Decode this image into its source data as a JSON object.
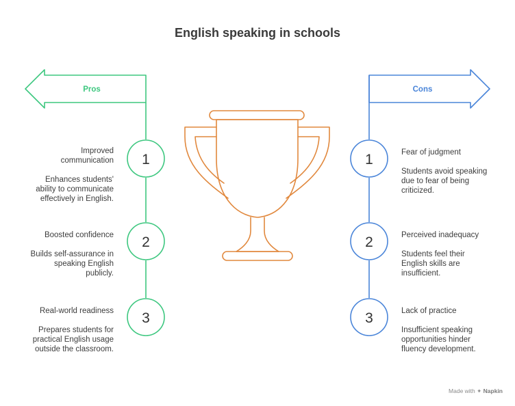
{
  "title": "English speaking in schools",
  "colors": {
    "pros": "#3dc77f",
    "cons": "#4a85d9",
    "trophy": "#e1883d",
    "text": "#3c3c3c"
  },
  "pros": {
    "label": "Pros",
    "items": [
      {
        "number": "1",
        "heading": "Improved communication",
        "description": "Enhances students' ability to communicate effectively in English."
      },
      {
        "number": "2",
        "heading": "Boosted confidence",
        "description": "Builds self-assurance in speaking English publicly."
      },
      {
        "number": "3",
        "heading": "Real-world readiness",
        "description": "Prepares students for practical English usage outside the classroom."
      }
    ]
  },
  "cons": {
    "label": "Cons",
    "items": [
      {
        "number": "1",
        "heading": "Fear of judgment",
        "description": "Students avoid speaking due to fear of being criticized."
      },
      {
        "number": "2",
        "heading": "Perceived inadequacy",
        "description": "Students feel their English skills are insufficient."
      },
      {
        "number": "3",
        "heading": "Lack of practice",
        "description": "Insufficient speaking opportunities hinder fluency development."
      }
    ]
  },
  "footer": {
    "prefix": "Made with",
    "brand": "Napkin"
  },
  "center_icon": "trophy-icon"
}
